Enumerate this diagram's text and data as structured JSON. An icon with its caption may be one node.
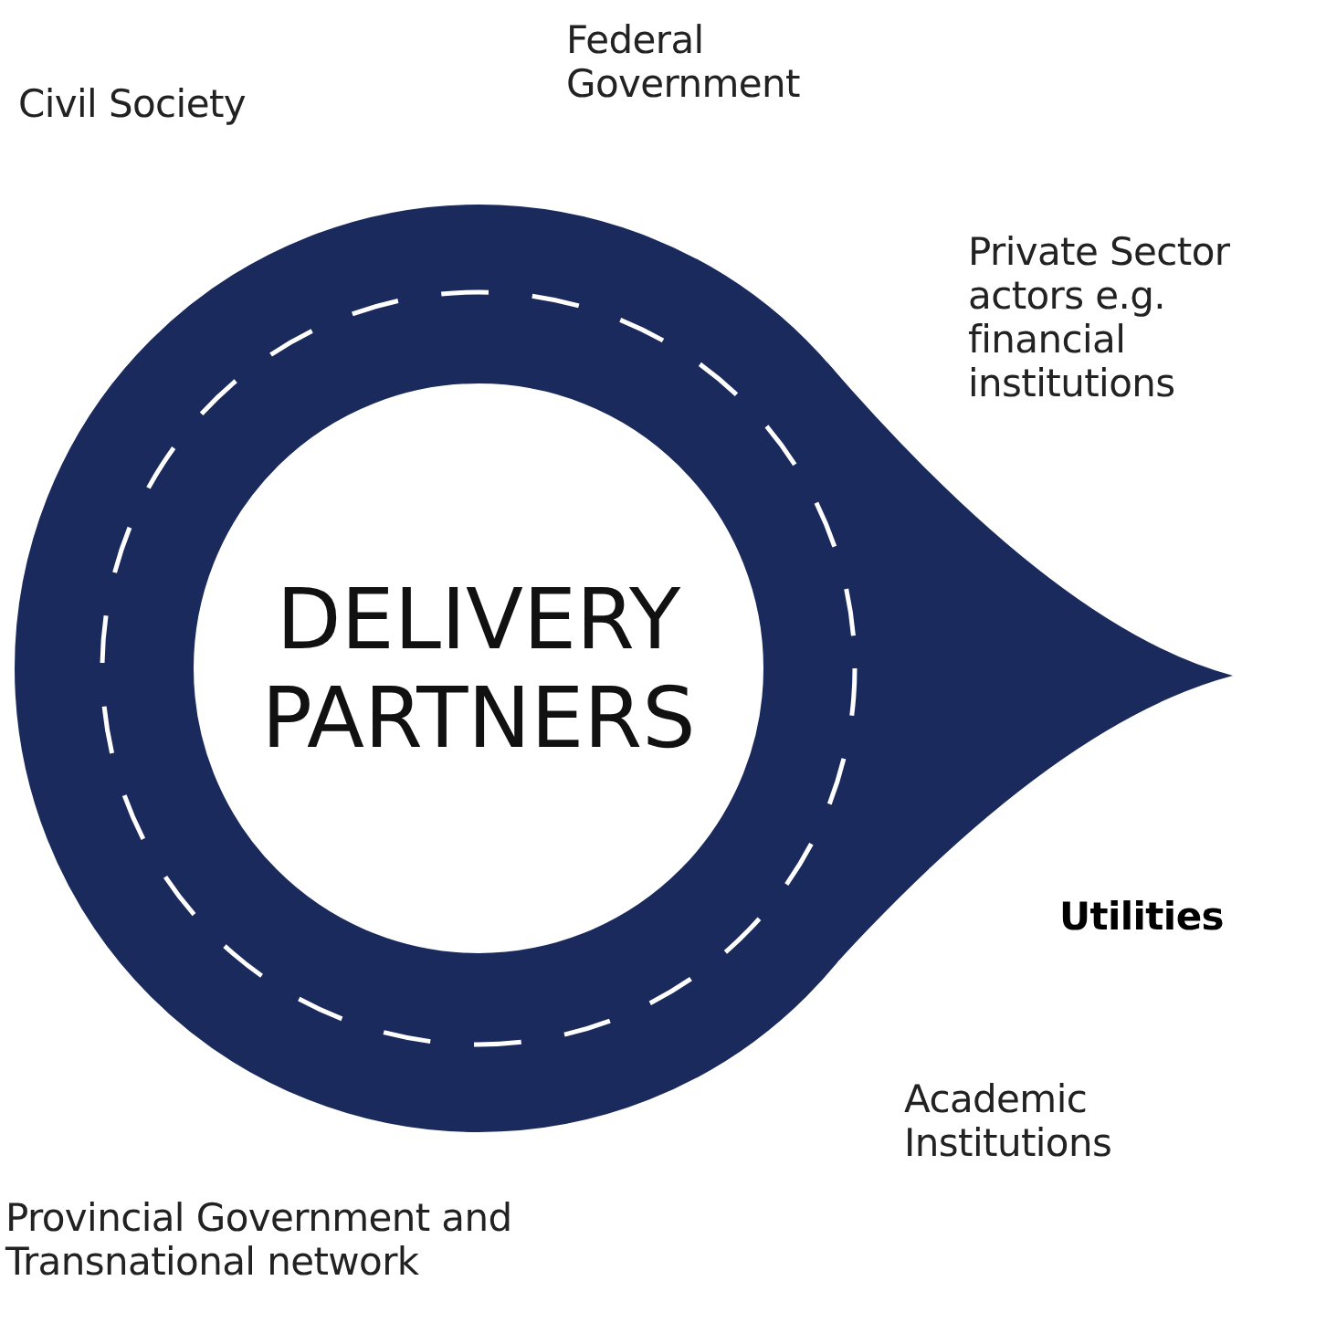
{
  "diagram": {
    "nodes": [
      {
        "text": [
          "DELIVERY PARTNERS"
        ]
      }
    ],
    "labels": [
      "Civil Society",
      "Federal Government",
      "Private Sector actors e.g. financial institutions",
      "Utilities",
      "Academic Institutions",
      "Provincial Government and Transnational network"
    ]
  }
}
